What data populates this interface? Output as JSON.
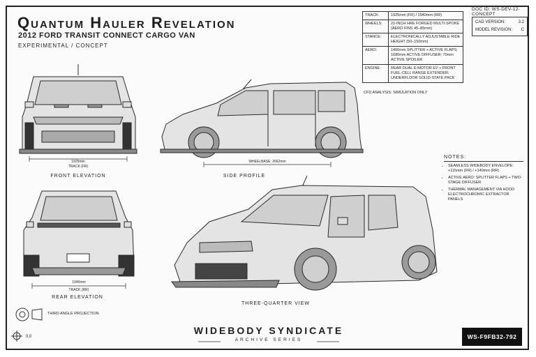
{
  "title": "Quantum Hauler Revelation",
  "subtitle": "2012 FORD TRANSIT CONNECT CARGO VAN",
  "tagline": "EXPERIMENTAL / CONCEPT",
  "doc_id": "DOC ID: WS-DEV-12-CONCEPT",
  "cad": {
    "version_label": "CAD VERSION:",
    "version_value": "3.2",
    "revision_label": "MODEL REVISION:",
    "revision_value": "C"
  },
  "specs": [
    {
      "key": "TRACK:",
      "value": "1925mm (FR) / 1940mm (RR)"
    },
    {
      "key": "WHEELS:",
      "value": "22-INCH HRE FORGED MULTI-SPOKE (AERO FINS 45–85mm)"
    },
    {
      "key": "STANCE:",
      "value": "ELECTRONICALLY ADJUSTABLE RIDE HEIGHT (50–150mm)"
    },
    {
      "key": "AERO:",
      "value": "1400mm SPLITTER + ACTIVE FLAPS; 1680mm ACTIVE DIFFUSER; 70mm ACTIVE SPOILER"
    },
    {
      "key": "ENGINE:",
      "value": "REAR DUAL E-MOTOR EV + FRONT FUEL-CELL RANGE EXTENDER; UNDERFLOOR SOLID-STATE PACK"
    }
  ],
  "cfd_note": "CFD ANALYSIS: SIMULATION ONLY",
  "views": {
    "front_label": "FRONT ELEVATION",
    "front_dim": "1925mm",
    "front_dim_note": "TRACK (FR)",
    "side_label": "SIDE PROFILE",
    "wheelbase": "WHEELBASE: 2662mm",
    "rear_label": "REAR ELEVATION",
    "rear_dim": "1940mm",
    "rear_dim_note": "TRACK (RR)",
    "three_quarter_label": "THREE-QUARTER VIEW"
  },
  "notes": {
    "heading": "NOTES:",
    "items": [
      "SEAMLESS WIDEBODY ENVELOPE: +115mm (FR) / +140mm (RR)",
      "ACTIVE AERO: SPLITTER FLAPS + TWO-STAGE DIFFUSER",
      "THERMAL MANAGEMENT VIA HOOD ELECTROCHROMIC EXTRACTOR PANELS"
    ]
  },
  "projection": "THIRD ANGLE PROJECTION",
  "coords": "0,0",
  "brand": "WIDEBODY SYNDICATE",
  "series": "ARCHIVE SERIES",
  "sheet_no": "WS-F9FB32-792",
  "icons": [
    "third-angle-projection-icon",
    "crosshair-icon"
  ]
}
